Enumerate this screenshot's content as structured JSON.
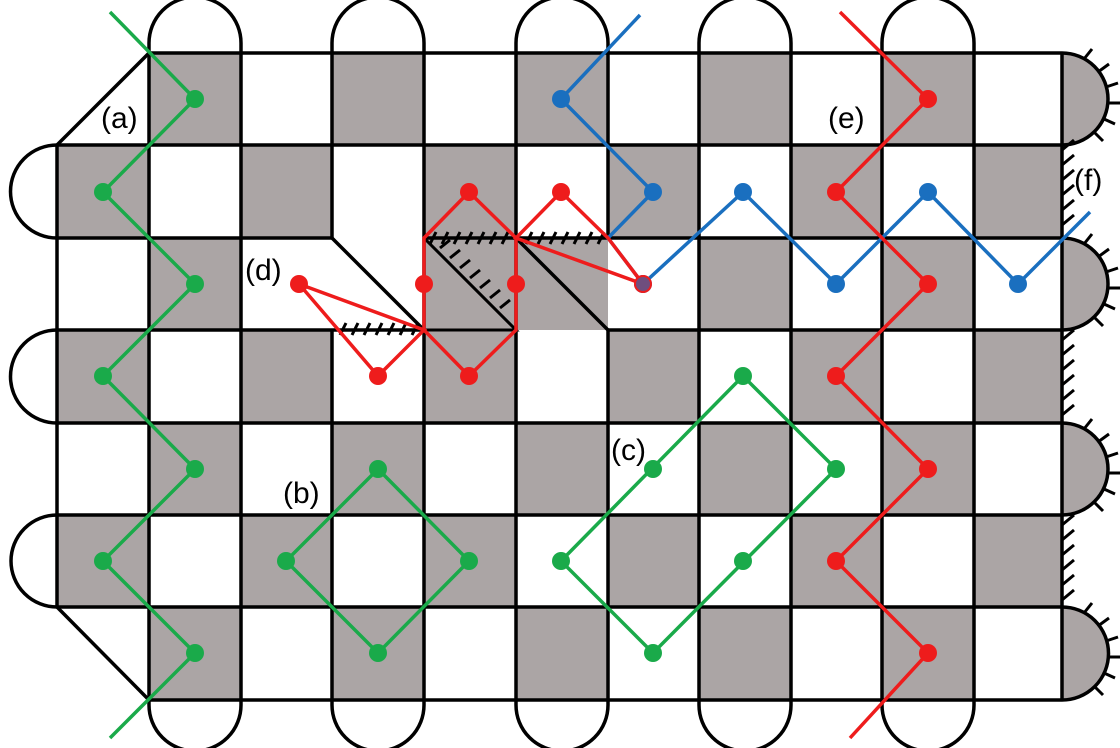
{
  "labels": {
    "a": "(a)",
    "b": "(b)",
    "c": "(c)",
    "d": "(d)",
    "e": "(e)",
    "f": "(f)"
  },
  "colors": {
    "cell_fill": "#aba5a5",
    "outline": "#000000",
    "green": "#1aaa4a",
    "blue": "#1a6fbf",
    "red": "#ee1c1c",
    "background": "#ffffff"
  }
}
